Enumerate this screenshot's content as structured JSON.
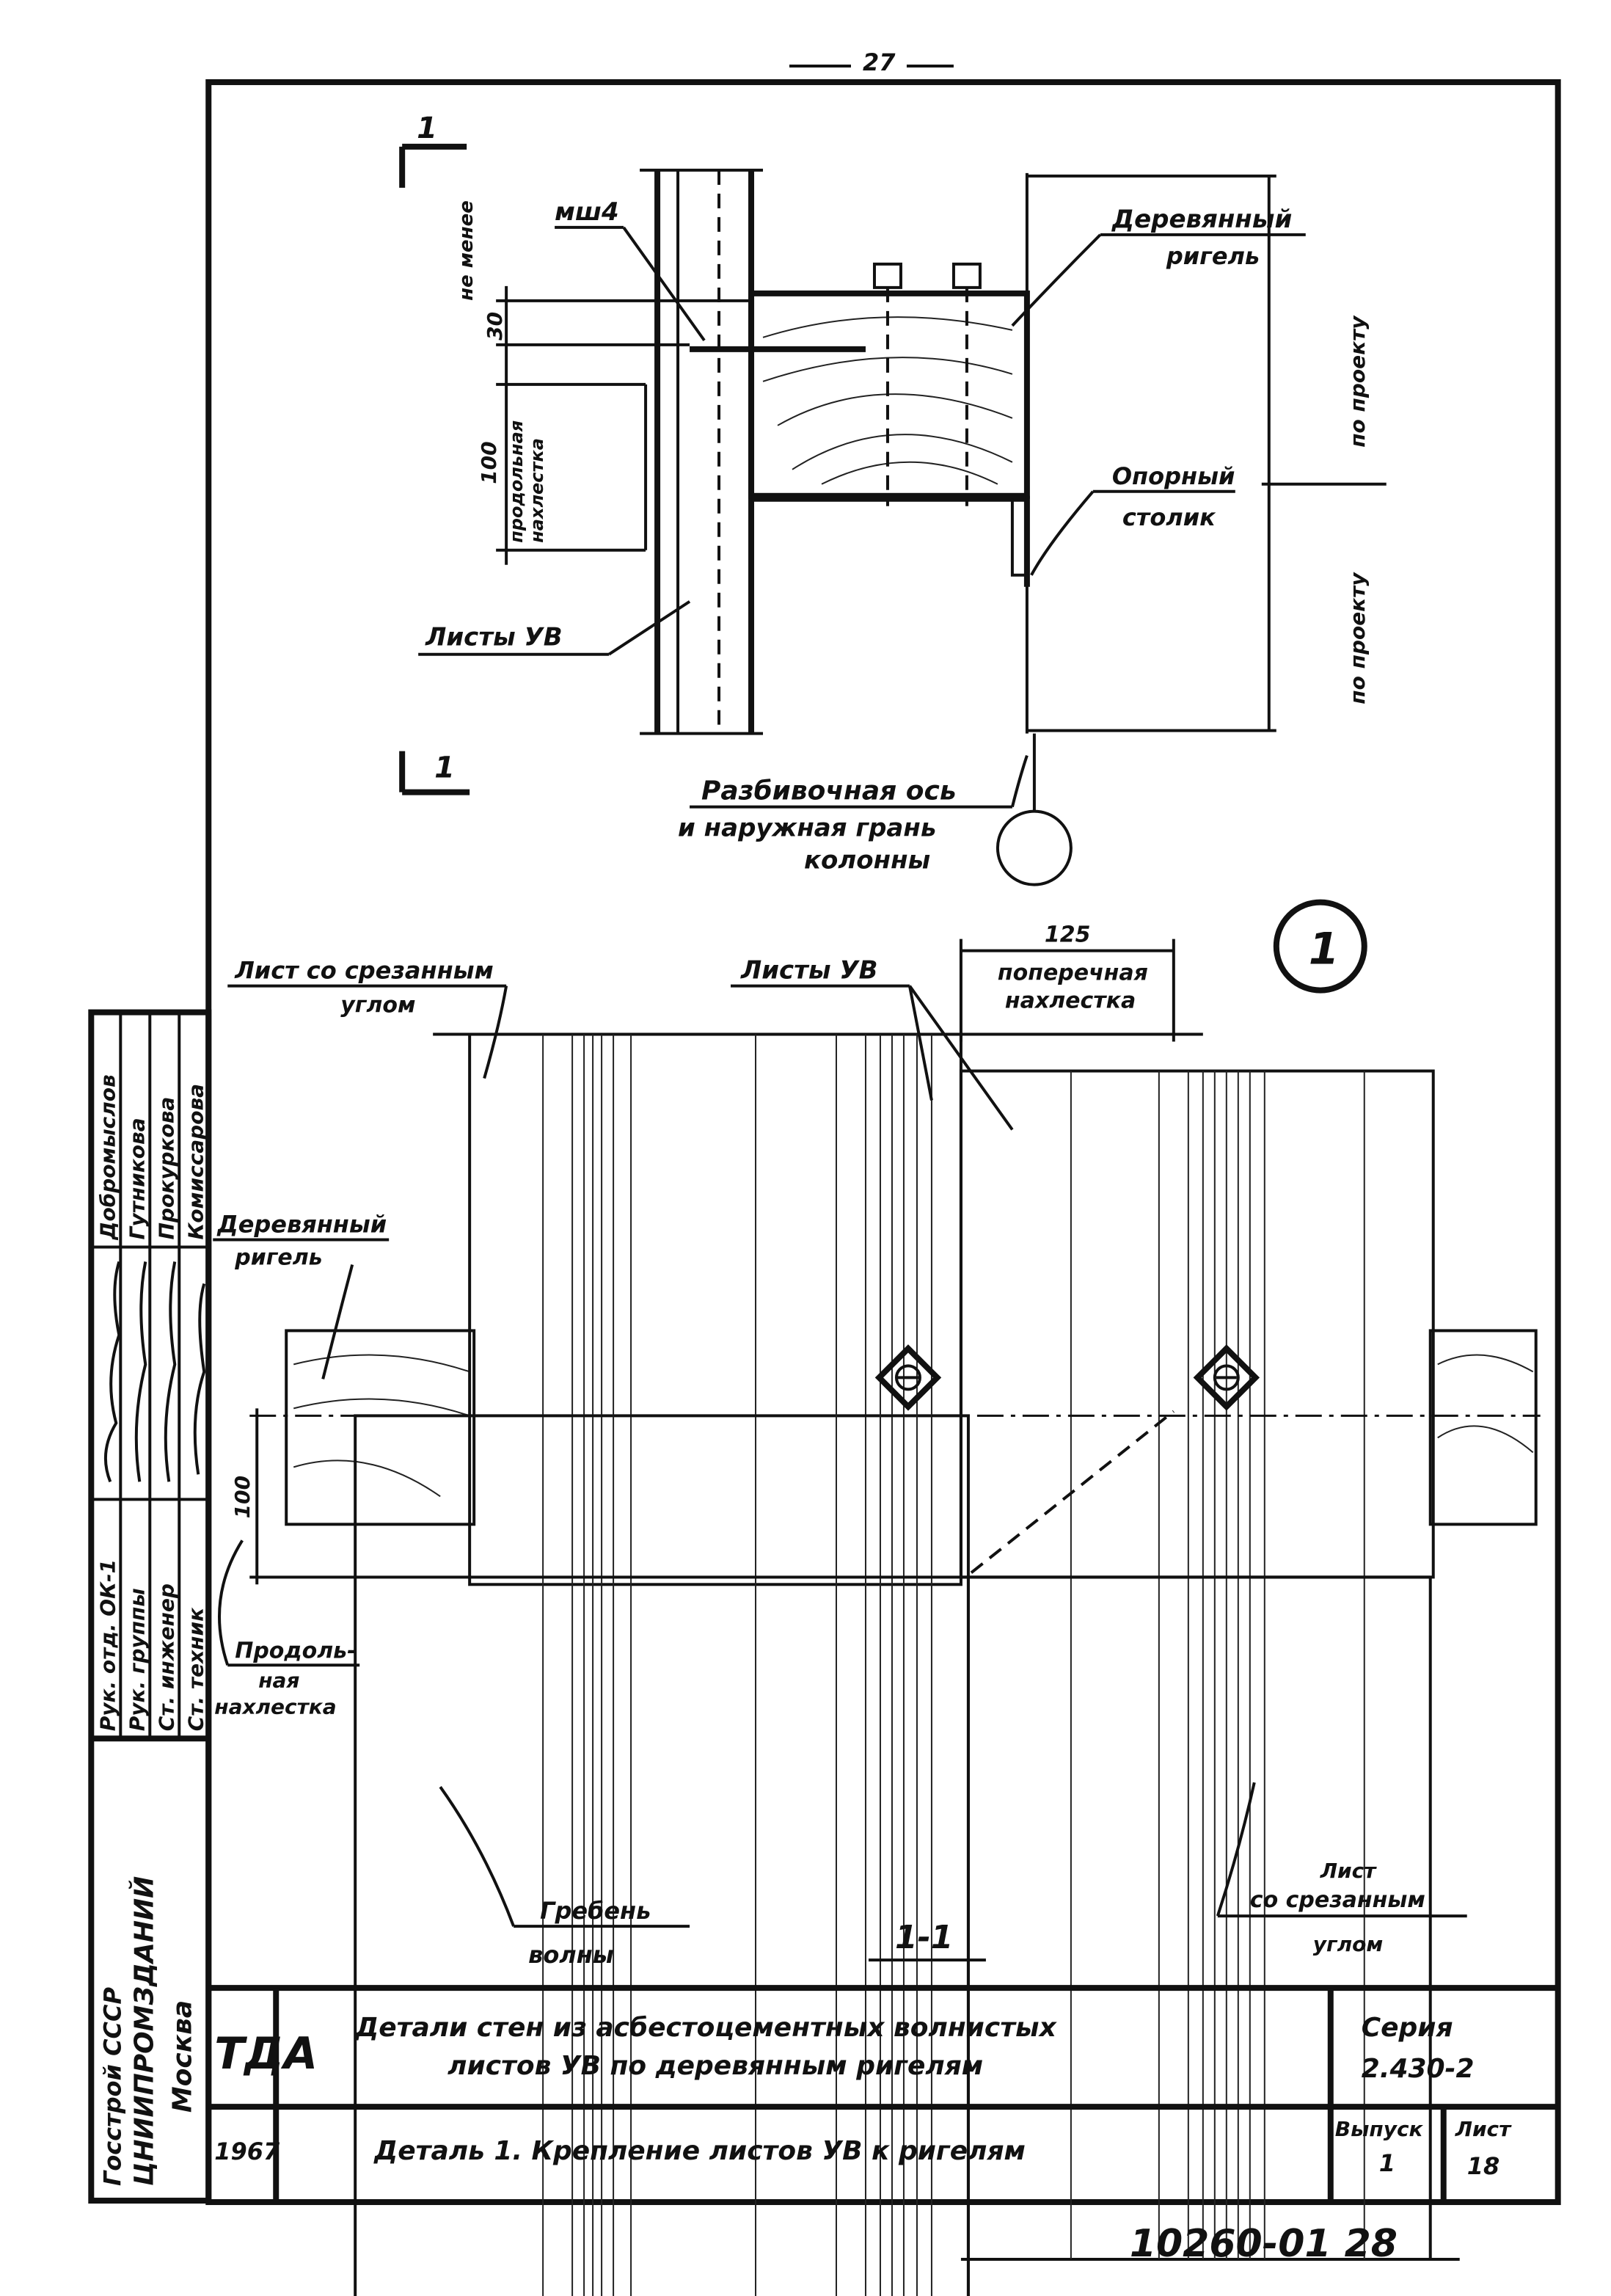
{
  "page_number": "27",
  "top_detail": {
    "section_mark_top": "1",
    "section_mark_bottom": "1",
    "fastener": "мш4",
    "min_label": "не менее",
    "min_value": "30",
    "overlap_value": "100",
    "overlap_label_1": "продольная",
    "overlap_label_2": "нахлестка",
    "rigel_label_1": "Деревянный",
    "rigel_label_2": "ригель",
    "support_label_1": "Опорный",
    "support_label_2": "столик",
    "per_project_1": "по проекту",
    "per_project_2": "по проекту",
    "sheets_label": "Листы УВ",
    "axis_label_1": "Разбивочная ось",
    "axis_label_2": "и наружная грань",
    "axis_label_3": "колонны",
    "detail_number": "1"
  },
  "bottom_detail": {
    "cut_sheet_left_1": "Лист со срезанным",
    "cut_sheet_left_2": "углом",
    "sheets_label": "Листы УВ",
    "cross_overlap_value": "125",
    "cross_overlap_1": "поперечная",
    "cross_overlap_2": "нахлестка",
    "rigel_label_1": "Деревянный",
    "rigel_label_2": "ригель",
    "overlap_value": "100",
    "long_overlap_1": "Продоль-",
    "long_overlap_2": "ная",
    "long_overlap_3": "нахлестка",
    "crest_1": "Гребень",
    "crest_2": "волны",
    "section_title": "1-1",
    "cut_sheet_right_1": "Лист",
    "cut_sheet_right_2": "со срезанным",
    "cut_sheet_right_3": "углом"
  },
  "stamp": {
    "roles": [
      "Рук. отд. ОК-1",
      "Рук. группы",
      "Ст. инженер",
      "Ст. техник"
    ],
    "names": [
      "Добромыслов",
      "Гутникова",
      "Прокуркова",
      "Комиссарова"
    ],
    "org_1": "Госстрой СССР",
    "org_2": "ЦНИИПРОМЗДАНИЙ",
    "org_3": "Москва"
  },
  "title_block": {
    "logo": "ТДА",
    "title_1": "Детали стен из асбестоцементных волнистых",
    "title_2": "листов УВ по деревянным ригелям",
    "series_label": "Серия",
    "series_value": "2.430-2",
    "year": "1967",
    "subtitle": "Деталь 1. Крепление листов УВ к ригелям",
    "issue_label": "Выпуск",
    "issue_value": "1",
    "sheet_label": "Лист",
    "sheet_value": "18"
  },
  "archive_number": "10260-01 28"
}
